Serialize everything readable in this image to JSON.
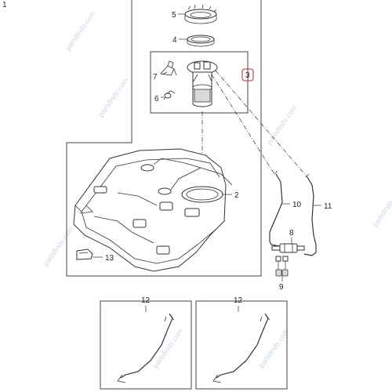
{
  "callouts": {
    "c1": "1",
    "c2": "2",
    "c3": "3",
    "c4": "4",
    "c5": "5",
    "c6": "6",
    "c7": "7",
    "c8": "8",
    "c9": "9",
    "c10": "10",
    "c11": "11",
    "c12a": "12",
    "c12b": "12",
    "c13": "13"
  },
  "watermark": "partsfinds.com",
  "colors": {
    "highlight": "#cc2222",
    "line": "#333333",
    "watermark": "#c9d6e6"
  }
}
